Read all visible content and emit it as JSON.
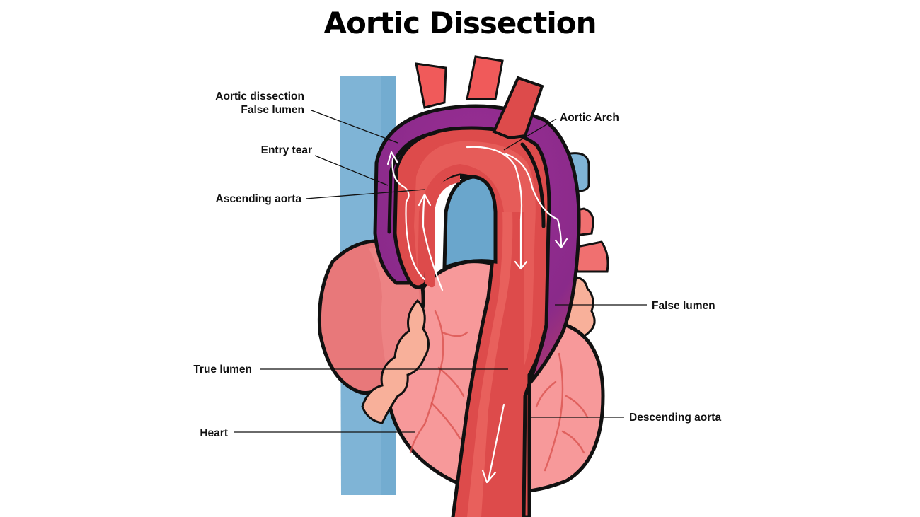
{
  "title": "Aortic Dissection",
  "labels": {
    "false_lumen_dissection_line1": "Aortic dissection",
    "false_lumen_dissection_line2": "False lumen",
    "entry_tear": "Entry tear",
    "ascending_aorta": "Ascending aorta",
    "aortic_arch": "Aortic Arch",
    "false_lumen": "False lumen",
    "true_lumen": "True lumen",
    "heart": "Heart",
    "descending_aorta": "Descending aorta"
  },
  "colors": {
    "aorta_red": "#dd4b4b",
    "aorta_light": "#e8605c",
    "false_lumen_purple": "#8e2a8e",
    "heart_pink": "#f7999a",
    "atrium": "#e8787a",
    "vena_cava_blue": "#7fb4d6",
    "vessel_red": "#f05a5a",
    "fat_peach": "#f8b09a"
  },
  "icons": [
    "flow-arrow-icon"
  ]
}
